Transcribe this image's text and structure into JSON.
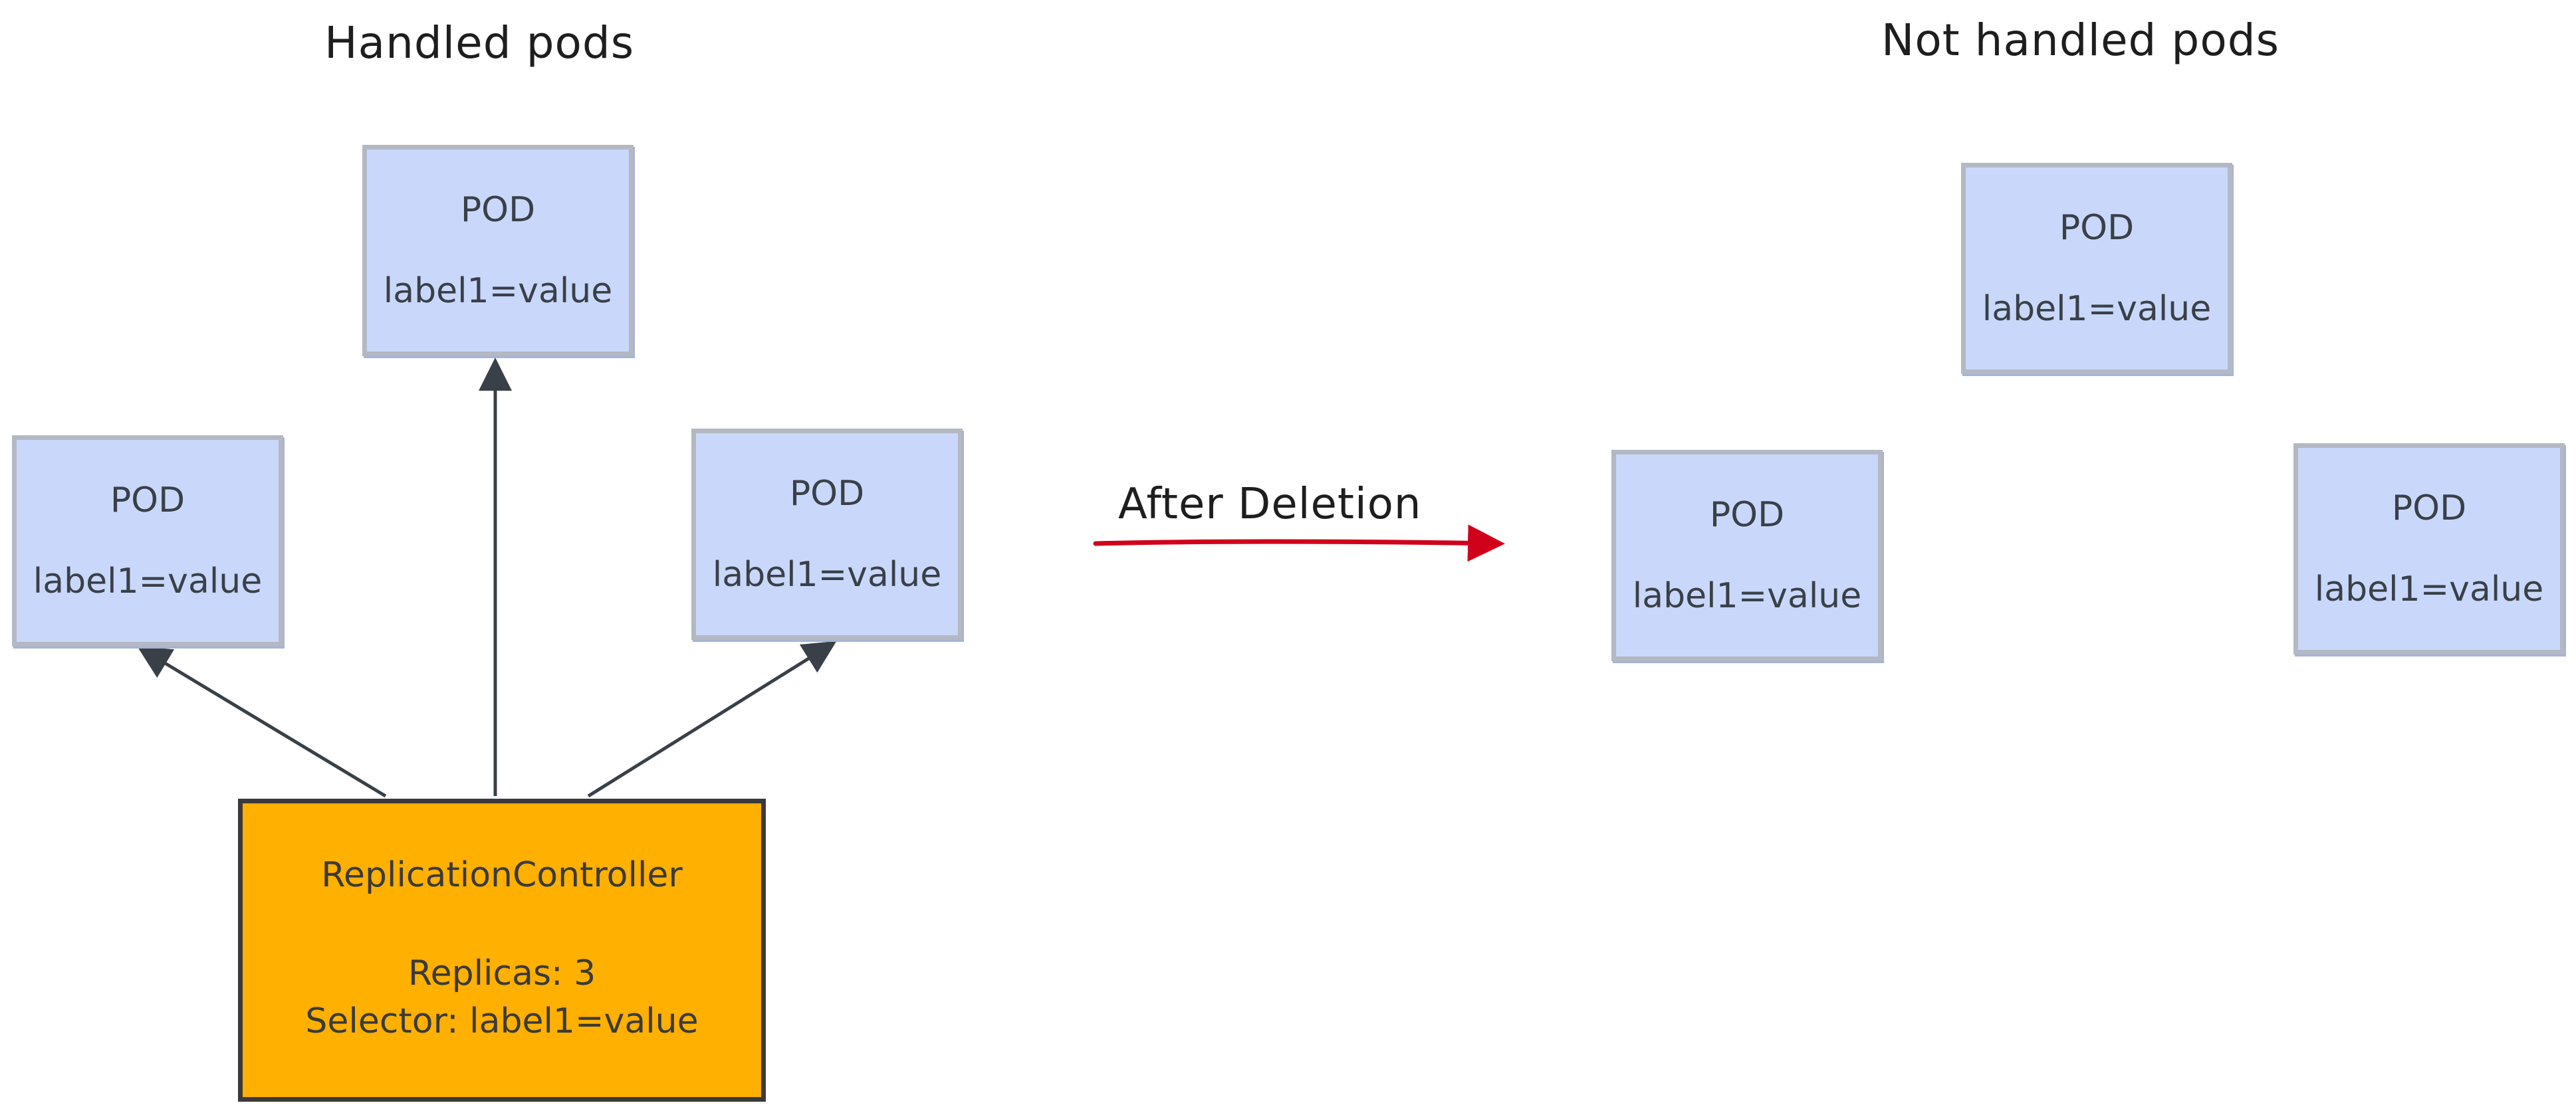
{
  "headings": {
    "left": "Handled pods",
    "right": "Not handled pods"
  },
  "pods": [
    {
      "name": "POD",
      "label": "label1=value"
    },
    {
      "name": "POD",
      "label": "label1=value"
    },
    {
      "name": "POD",
      "label": "label1=value"
    },
    {
      "name": "POD",
      "label": "label1=value"
    },
    {
      "name": "POD",
      "label": "label1=value"
    },
    {
      "name": "POD",
      "label": "label1=value"
    }
  ],
  "replication_controller": {
    "title": "ReplicationController",
    "replicas": "Replicas: 3",
    "selector": "Selector: label1=value"
  },
  "transition": {
    "label": "After Deletion"
  },
  "colors": {
    "pod_fill": "#c9d8fa",
    "pod_border": "#b3b8c3",
    "controller_fill": "#ffb000",
    "controller_border": "#3a3a3a",
    "arrow_dark": "#3a4048",
    "arrow_red": "#d0021b"
  }
}
